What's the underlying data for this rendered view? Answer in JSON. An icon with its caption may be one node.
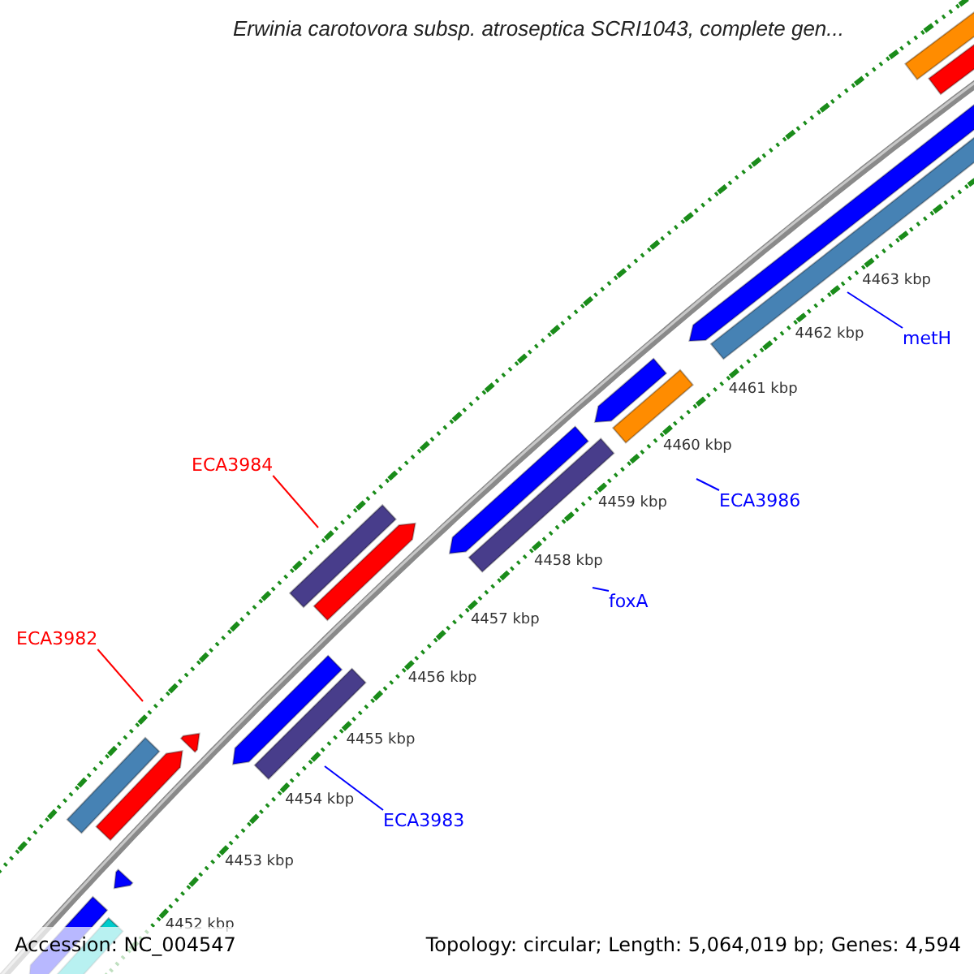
{
  "diagram": {
    "title": "Erwinia carotovora subsp. atroseptica SCRI1043, complete gen...",
    "nodes": [
      {
        "text": [
          "metH"
        ]
      },
      {
        "text": [
          "ECA3984"
        ]
      },
      {
        "text": [
          "ECA3986"
        ]
      },
      {
        "text": [
          "foxA"
        ]
      },
      {
        "text": [
          "ECA3982"
        ]
      },
      {
        "text": [
          "ECA3983"
        ]
      }
    ],
    "edges": [
      {
        "from": 0,
        "to": null,
        "arrow": "none"
      },
      {
        "from": 1,
        "to": null,
        "arrow": "none",
        "color": "#ff0000"
      },
      {
        "from": 2,
        "to": null,
        "arrow": "none"
      },
      {
        "from": 3,
        "to": null,
        "arrow": "none"
      },
      {
        "from": 4,
        "to": null,
        "arrow": "none",
        "color": "#ff0000"
      },
      {
        "from": 5,
        "to": null,
        "arrow": "none"
      }
    ],
    "labels": [
      "4463 kbp",
      "4462 kbp",
      "4461 kbp",
      "4460 kbp",
      "4459 kbp",
      "4458 kbp",
      "4457 kbp",
      "4456 kbp",
      "4455 kbp",
      "4454 kbp",
      "4453 kbp",
      "4452 kbp",
      "Accession: NC_004547",
      "Topology: circular; Length: 5,064,019 bp; Genes: 4,594"
    ]
  }
}
